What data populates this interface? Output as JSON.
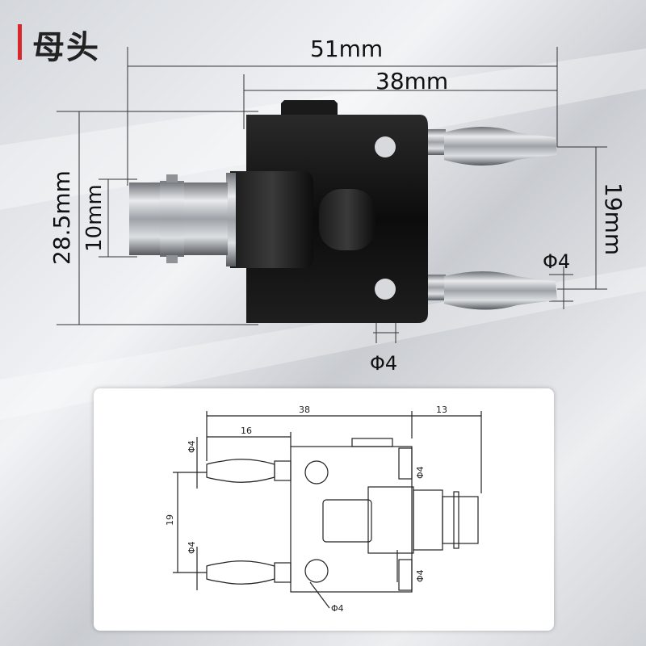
{
  "title": "母头",
  "photo_dims": {
    "total_length": "51mm",
    "body_length": "38mm",
    "height": "28.5mm",
    "bnc_diameter": "10mm",
    "pin_spacing": "19mm",
    "pin_diameter": "Φ4",
    "hole_diameter": "Φ4"
  },
  "drawing_dims": {
    "body_length": "38",
    "bnc_length": "13",
    "pin_length": "16",
    "pin_spacing": "19",
    "pin_top_diameter": "Φ4",
    "pin_bottom_diameter": "Φ4",
    "right_top_diameter": "Φ4",
    "right_bottom_diameter": "Φ4",
    "hole_diameter": "Φ4"
  },
  "colors": {
    "accent": "#d8262c",
    "body": "#141414",
    "metal": "#b8bcc0"
  }
}
